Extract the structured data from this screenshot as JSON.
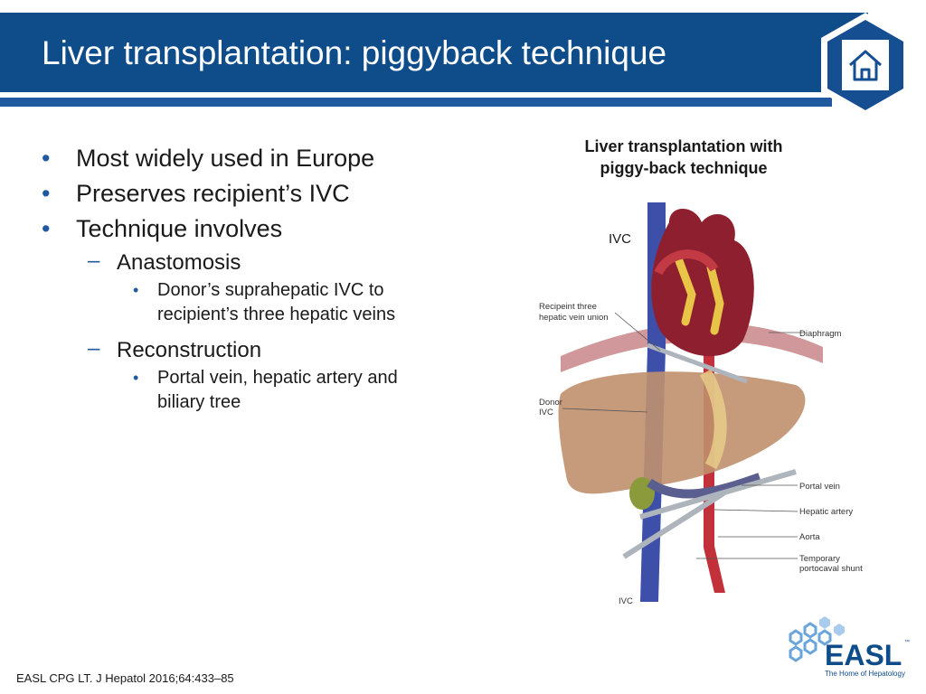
{
  "slide": {
    "title": "Liver transplantation: piggyback technique",
    "bullets": [
      {
        "text": "Most widely used in Europe"
      },
      {
        "text": "Preserves recipient’s IVC"
      },
      {
        "text": "Technique involves"
      }
    ],
    "sub": [
      {
        "text": "Anastomosis",
        "detail": [
          "Donor’s suprahepatic IVC to",
          "recipient’s three hepatic veins"
        ]
      },
      {
        "text": "Reconstruction",
        "detail": [
          "Portal vein, hepatic artery and",
          "biliary tree"
        ]
      }
    ],
    "bullet_mark": "•",
    "dash_mark": "–",
    "colors": {
      "header": "#0f4c8a",
      "accent": "#1f5aa0",
      "home": "#154f91"
    }
  },
  "figure": {
    "title_line1": "Liver transplantation with",
    "title_line2": "piggy-back technique",
    "ivc_label": "IVC",
    "labels": {
      "recipient_line1": "Recipeint three",
      "recipient_line2": "hepatic vein union",
      "diaphragm": "Diaphragm",
      "donor_line1": "Donor",
      "donor_line2": "IVC",
      "portal": "Portal vein",
      "hepatic_artery": "Hepatic artery",
      "aorta": "Aorta",
      "shunt_line1": "Temporary",
      "shunt_line2": "portocaval shunt",
      "ivc_bottom": "IVC"
    }
  },
  "footer": {
    "citation": "EASL CPG LT. J Hepatol 2016;64:433–85"
  },
  "logo": {
    "name": "EASL",
    "tm": "™",
    "tagline": "The Home of Hepatology"
  },
  "icons": {
    "home": "home-icon",
    "logo": "easl-logo"
  }
}
